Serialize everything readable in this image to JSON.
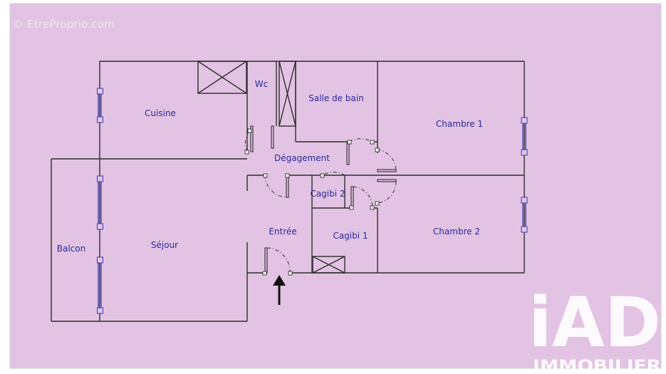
{
  "watermark": "© EtreProprio.com",
  "rooms": {
    "wc": "Wc",
    "salle_de_bain": "Salle de bain",
    "cuisine": "Cuisine",
    "chambre1": "Chambre 1",
    "degagement": "Dégagement",
    "cagibi2": "Cagibi 2",
    "entree": "Entrée",
    "cagibi1": "Cagibi 1",
    "chambre2": "Chambre 2",
    "balcon": "Balcon",
    "sejour": "Séjour"
  },
  "logo": {
    "main": "iAD",
    "sub": "IMMOBILIER"
  },
  "colors": {
    "background": "#e3c3e3",
    "walls": "#2e2e2e",
    "labels": "#2a2a9a",
    "windows": "#3b3bb0"
  }
}
